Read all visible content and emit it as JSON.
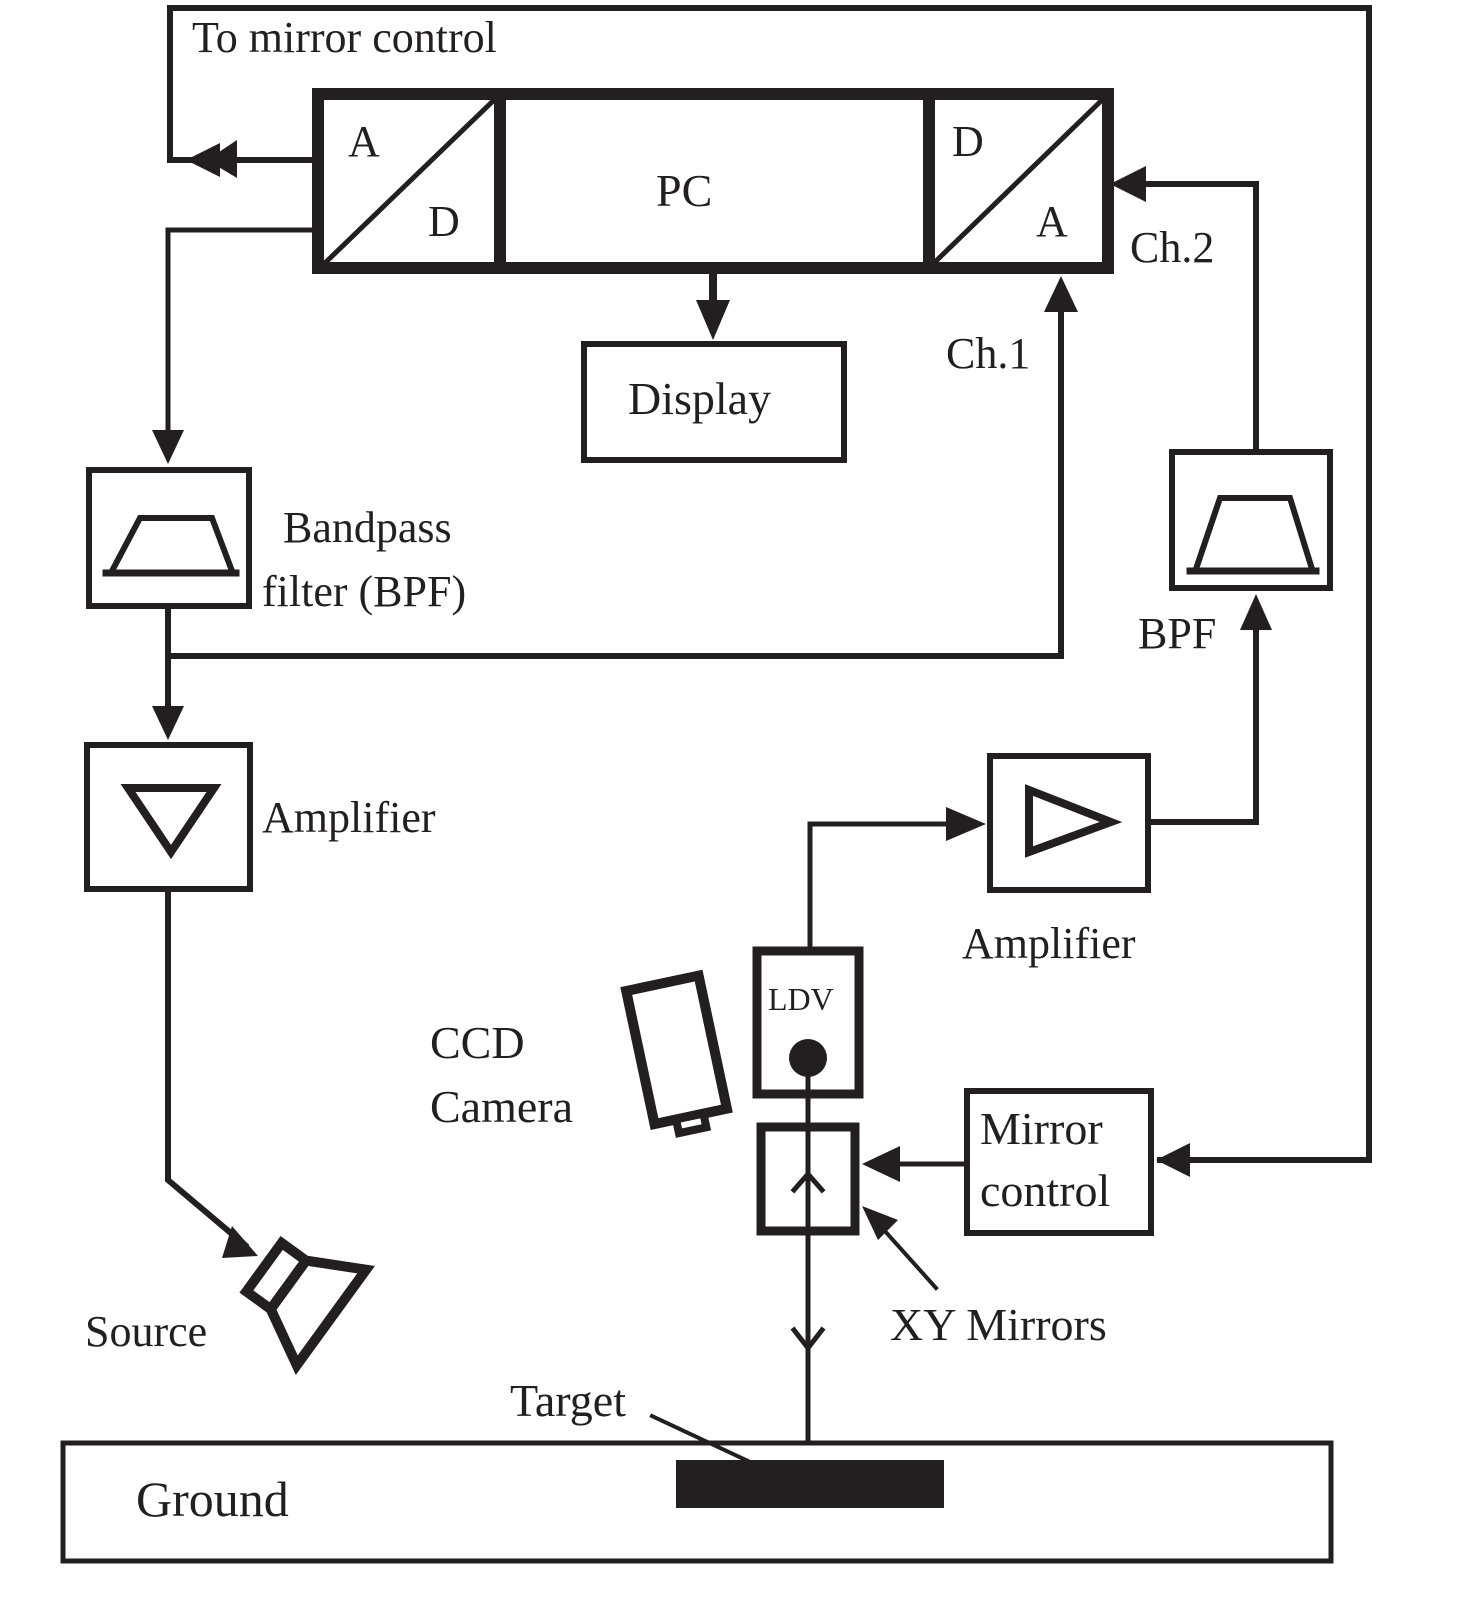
{
  "diagram": {
    "title": "LDV acoustic-to-seismic measurement system block diagram",
    "colors": {
      "ink": "#231f20",
      "background": "#ffffff"
    },
    "labels": {
      "to_mirror_control": "To mirror control",
      "ad_a": "A",
      "ad_d": "D",
      "pc": "PC",
      "da_d": "D",
      "da_a": "A",
      "ch2": "Ch.2",
      "ch1": "Ch.1",
      "display": "Display",
      "bpf_left_line1": "Bandpass",
      "bpf_left_line2": "filter (BPF)",
      "bpf_right": "BPF",
      "amp_left": "Amplifier",
      "amp_right": "Amplifier",
      "ldv": "LDV",
      "ccd_line1": "CCD",
      "ccd_line2": "Camera",
      "mirror_control_line1": "Mirror",
      "mirror_control_line2": "control",
      "xy_mirrors": "XY Mirrors",
      "source": "Source",
      "target": "Target",
      "ground": "Ground"
    },
    "icons": {
      "bandpass": "trapezoid-filter-icon",
      "amplifier": "triangle-amplifier-icon",
      "camera": "ccd-camera-icon",
      "speaker": "loudspeaker-source-icon",
      "laser": "laser-dot-icon"
    }
  }
}
